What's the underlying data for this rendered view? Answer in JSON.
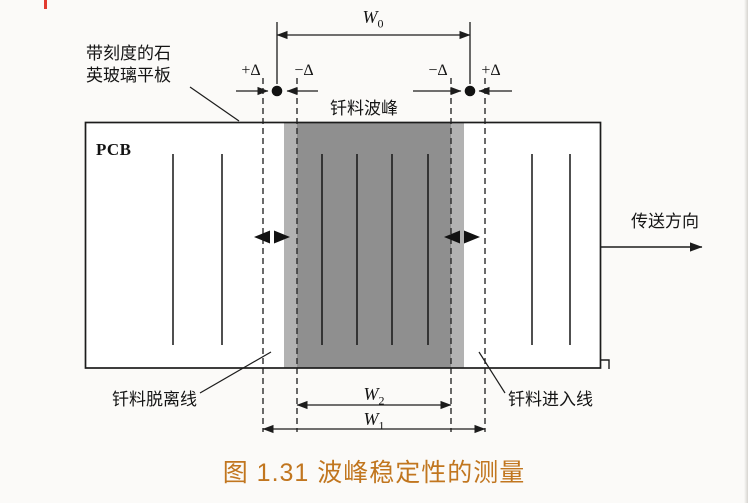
{
  "figure": {
    "caption": "图 1.31 波峰稳定性的测量"
  },
  "labels": {
    "glass_plate": "带刻度的石英玻璃平板",
    "pcb": "PCB",
    "solder_wave": "钎料波峰",
    "conveyor_direction": "传送方向",
    "solder_release_line": "钎料脱离线",
    "solder_entry_line": "钎料进入线"
  },
  "deltas": {
    "left_plus": "+Δ",
    "left_minus": "−Δ",
    "right_minus": "−Δ",
    "right_plus": "+Δ"
  },
  "dimensions": {
    "w0": {
      "base": "W",
      "sub": "0"
    },
    "w1": {
      "base": "W",
      "sub": "1"
    },
    "w2": {
      "base": "W",
      "sub": "2"
    }
  },
  "colors": {
    "background": "#fbfaf8",
    "line": "#1c1c1c",
    "wave_fill": "#8f8f8f",
    "wave_edge_fill": "#b2b2b2",
    "caption_text": "#c1761f",
    "page_mark": "#e23b30"
  }
}
